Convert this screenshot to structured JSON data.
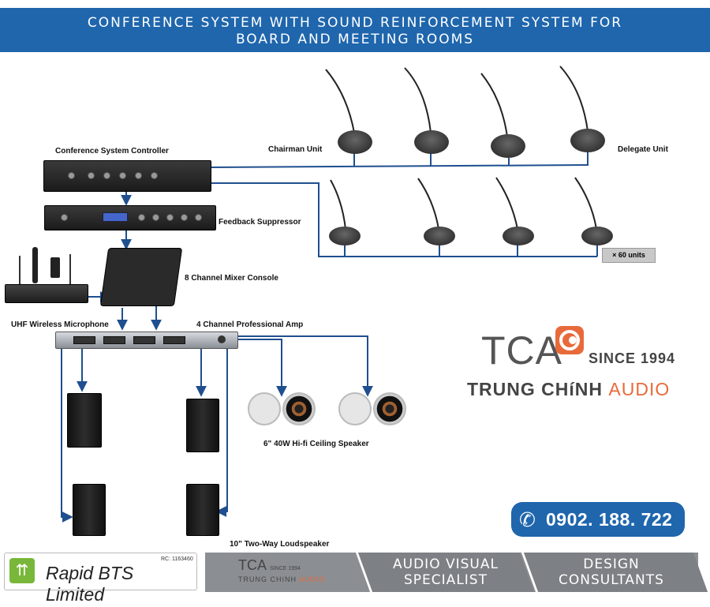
{
  "title": {
    "line1": "CONFERENCE SYSTEM WITH SOUND REINFORCEMENT SYSTEM FOR",
    "line2": "BOARD AND MEETING ROOMS"
  },
  "labels": {
    "controller": "Conference System Controller",
    "chairman": "Chairman Unit",
    "delegate": "Delegate Unit",
    "feedback": "Feedback Suppressor",
    "mixer": "8 Channel Mixer Console",
    "wireless": "UHF Wireless Microphone",
    "amp": "4 Channel  Professional  Amp",
    "ceiling": "6\"  40W Hi-fi Ceiling Speaker",
    "loudspeaker": "10\"  Two-Way Loudspeaker",
    "units": "× 60 units"
  },
  "brand": {
    "tca": "TCA",
    "since": "SINCE 1994",
    "name_main": "TRUNG CHíNH",
    "name_accent": "AUDIO",
    "accent_color": "#e86a3a",
    "blue": "#1f66ad"
  },
  "phone": {
    "icon": "phone-icon",
    "number": "0902. 188. 722"
  },
  "footer": {
    "company": "Rapid BTS Limited",
    "rc": "RC: 1163460",
    "mini_tca": "TCA",
    "mini_since": "SINCE 1994",
    "mini_name": "TRUNG CHíNH",
    "mini_accent": "AUDIO",
    "audio_visual_1": "AUDIO VISUAL",
    "audio_visual_2": "SPECIALIST",
    "design_1": "DESIGN",
    "design_2": "CONSULTANTS"
  }
}
